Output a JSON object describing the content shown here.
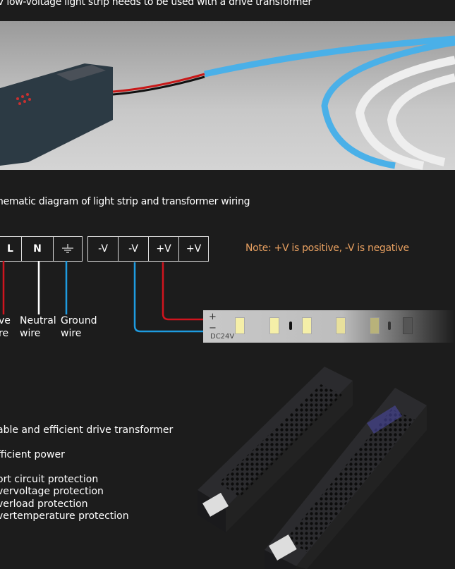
{
  "header": {
    "title": "V low-voltage light strip needs to be used with a drive transformer"
  },
  "diagram": {
    "title": "hematic diagram of light strip and transformer wiring",
    "input_terminals": [
      "L",
      "N",
      "ground"
    ],
    "output_terminals": [
      "-V",
      "-V",
      "+V",
      "+V"
    ],
    "wire_labels": [
      {
        "line1": "ve",
        "line2": "re"
      },
      {
        "line1": "Neutral",
        "line2": "wire"
      },
      {
        "line1": "Ground",
        "line2": "wire"
      }
    ],
    "note": "Note: +V is positive, -V is negative",
    "strip": {
      "plus": "+",
      "minus": "−",
      "voltage": "DC24V"
    },
    "colors": {
      "live": "#d0141e",
      "neutral": "#ffffff",
      "ground": "#1e9be0",
      "note": "#e8a060"
    }
  },
  "features": {
    "heading": "able and efficient drive transformer",
    "subheading": "fficient power",
    "items": [
      "ort circuit protection",
      "vervoltage protection",
      "verload protection",
      "vertemperature protection"
    ]
  }
}
